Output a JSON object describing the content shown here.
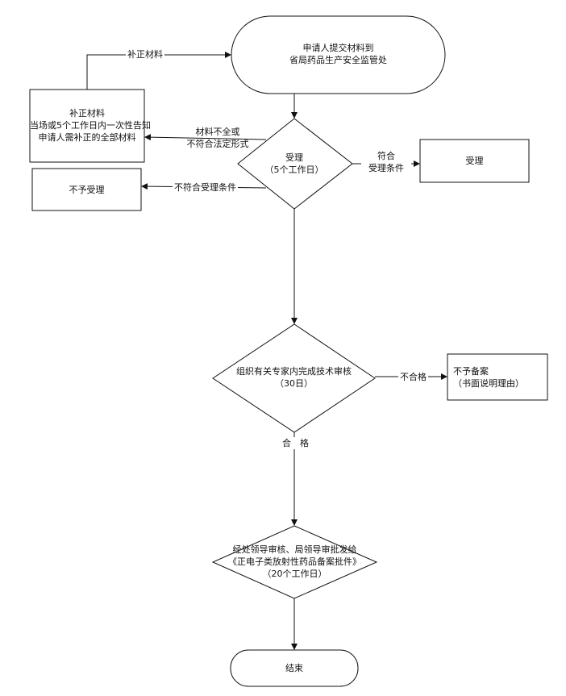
{
  "nodes": {
    "start": {
      "line1": "申请人提交材料到",
      "line2": "省局药品生产安全监管处"
    },
    "supplement": {
      "line1": "补正材料",
      "line2": "当场或5个工作日内一次性告知",
      "line3": "申请人需补正的全部材料"
    },
    "accept_decision": {
      "line1": "受理",
      "line2": "（5个工作日）"
    },
    "accepted": {
      "line1": "受理"
    },
    "not_accepted": {
      "line1": "不予受理"
    },
    "tech_review": {
      "line1": "组织有关专家内完成技术审核",
      "line2": "（30日）"
    },
    "not_filed": {
      "line1": "不予备案",
      "line2": "（书面说明理由）"
    },
    "approval": {
      "line1": "经处领导审核、局领导审批发给",
      "line2": "《正电子类放射性药品备案批件》",
      "line3": "（20个工作日）"
    },
    "end": {
      "line1": "结束"
    }
  },
  "edges": {
    "resubmit": "补正材料",
    "incomplete": {
      "line1": "材料不全或",
      "line2": "不符合法定形式"
    },
    "meets": {
      "line1": "符合",
      "line2": "受理条件"
    },
    "not_meets": "不符合受理条件",
    "fail": "不合格",
    "pass": "合　格"
  }
}
